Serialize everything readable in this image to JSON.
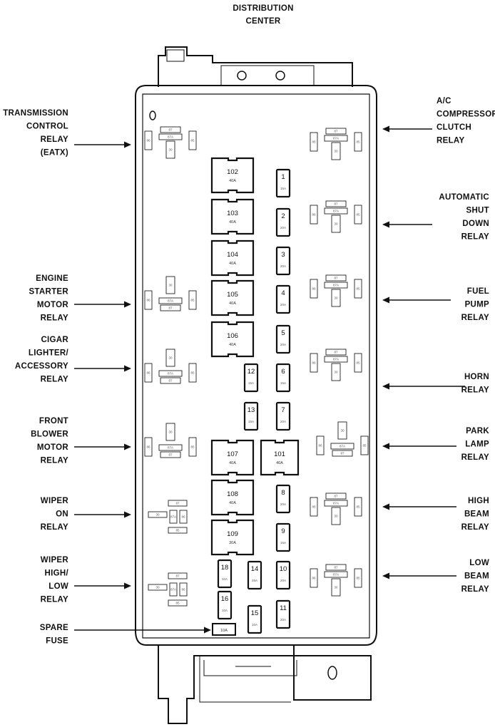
{
  "title": [
    "DISTRIBUTION",
    "CENTER"
  ],
  "labels": {
    "transmission_control_relay": [
      "TRANSMISSION",
      "CONTROL",
      "RELAY",
      "(EATX)"
    ],
    "engine_starter_motor_relay": [
      "ENGINE",
      "STARTER",
      "MOTOR",
      "RELAY"
    ],
    "cigar_lighter_accessory_relay": [
      "CIGAR",
      "LIGHTER/",
      "ACCESSORY",
      "RELAY"
    ],
    "front_blower_motor_relay": [
      "FRONT",
      "BLOWER",
      "MOTOR",
      "RELAY"
    ],
    "wiper_on_relay": [
      "WIPER",
      "ON",
      "RELAY"
    ],
    "wiper_high_low_relay": [
      "WIPER",
      "HIGH/",
      "LOW",
      "RELAY"
    ],
    "spare_fuse": [
      "SPARE",
      "FUSE"
    ],
    "ac_compressor_clutch_relay": [
      "A/C",
      "COMPRESSOR",
      "CLUTCH",
      "RELAY"
    ],
    "automatic_shut_down_relay": [
      "AUTOMATIC",
      "SHUT",
      "DOWN",
      "RELAY"
    ],
    "fuel_pump_relay": [
      "FUEL",
      "PUMP",
      "RELAY"
    ],
    "horn_relay": [
      "HORN",
      "RELAY"
    ],
    "park_lamp_relay": [
      "PARK",
      "LAMP",
      "RELAY"
    ],
    "high_beam_relay": [
      "HIGH",
      "BEAM",
      "RELAY"
    ],
    "low_beam_relay": [
      "LOW",
      "BEAM",
      "RELAY"
    ]
  },
  "large_fuses": [
    {
      "num": "102",
      "amp": "40A"
    },
    {
      "num": "103",
      "amp": "40A"
    },
    {
      "num": "104",
      "amp": "40A"
    },
    {
      "num": "105",
      "amp": "40A"
    },
    {
      "num": "106",
      "amp": "40A"
    },
    {
      "num": "107",
      "amp": "40A"
    },
    {
      "num": "101",
      "amp": "40A"
    },
    {
      "num": "108",
      "amp": "40A"
    },
    {
      "num": "109",
      "amp": "30A"
    }
  ],
  "mini_fuses": [
    {
      "num": "1",
      "amp": "15A"
    },
    {
      "num": "2",
      "amp": "20A"
    },
    {
      "num": "3",
      "amp": "20A"
    },
    {
      "num": "4",
      "amp": "20A"
    },
    {
      "num": "5",
      "amp": "20A"
    },
    {
      "num": "6",
      "amp": "15A"
    },
    {
      "num": "7",
      "amp": "20A"
    },
    {
      "num": "12",
      "amp": "15A"
    },
    {
      "num": "13",
      "amp": "15A"
    },
    {
      "num": "8",
      "amp": "20A"
    },
    {
      "num": "9",
      "amp": "15A"
    },
    {
      "num": "10",
      "amp": "20A"
    },
    {
      "num": "11",
      "amp": "20A"
    },
    {
      "num": "14",
      "amp": "25A"
    },
    {
      "num": "15",
      "amp": "10A"
    },
    {
      "num": "18",
      "amp": "10A"
    },
    {
      "num": "16",
      "amp": "10A"
    }
  ],
  "spare_fuse_amp": "10A",
  "relay_pins": {
    "pin30": "30",
    "pin85": "85",
    "pin86": "86",
    "pin87": "87",
    "pin87a": "87A"
  }
}
